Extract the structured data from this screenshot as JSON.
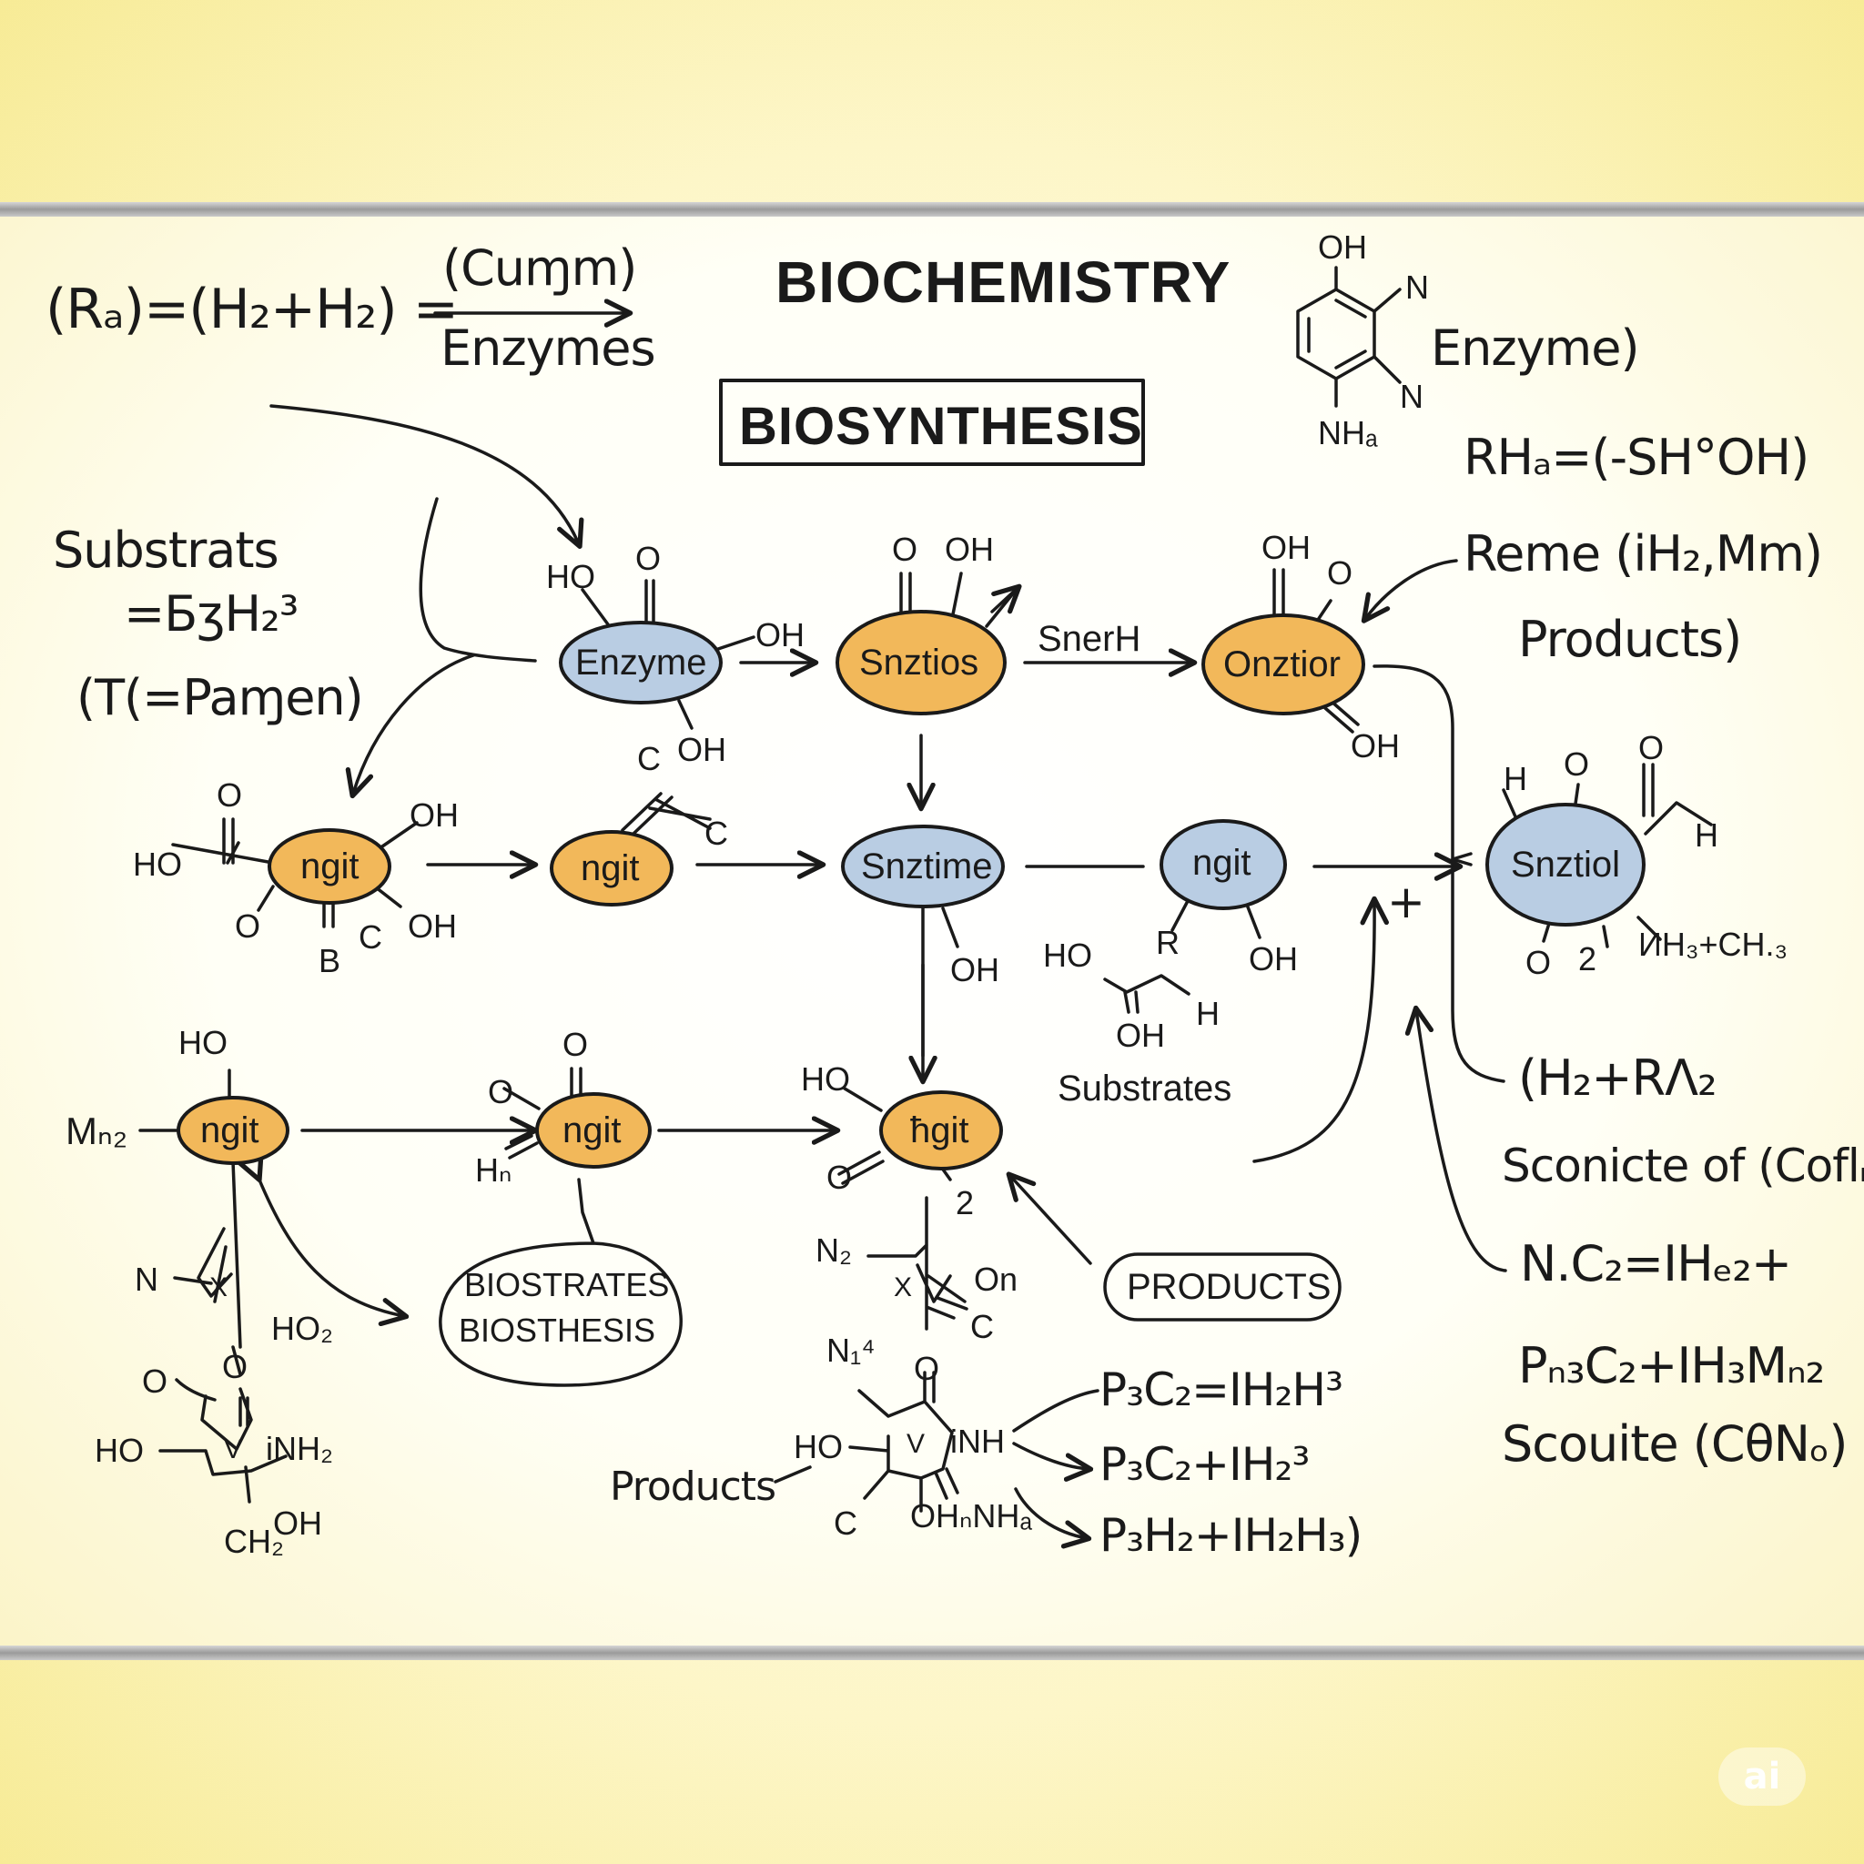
{
  "header": {
    "title": "BIOCHEMISTRY",
    "subtitle": "BIOSYNTHESIS",
    "top_left_equation": "(Rₐ)=(H₂+H₂) =",
    "top_left_over": "(Cuɱm)",
    "top_left_under": "Enzymes"
  },
  "top_right": {
    "oh_label": "OH",
    "n1_label": "N",
    "n2_label": "N",
    "nh_label": "NHₐ",
    "enzyme_label": "Enzyme)",
    "rh_equation": "RHₐ=(-SH°OH)",
    "reme_equation": "Reme (iH₂,Mm)",
    "products_label": "Products)"
  },
  "left_notes": {
    "substrats": "Substrats",
    "eq": "=БʒH₂³",
    "paren": "(T(=Paɱen)"
  },
  "nodes": {
    "enzyme": "Enzyme",
    "sntios": "Snztios",
    "onztior": "Onztior",
    "ngit_left": "ngit",
    "ngit_mid": "ngit",
    "snztime": "Snztime",
    "ngit_blue": "ngit",
    "snztiol": "Snztiol",
    "ngit_b1": "ngit",
    "ngit_b2": "ngit",
    "ngit_b3": "ħgit"
  },
  "edges": {
    "snerh": "SnerH"
  },
  "atoms": {
    "ho": "HO",
    "o": "O",
    "oh": "OH",
    "c": "C",
    "b": "B",
    "h": "H",
    "n": "N",
    "r": "R",
    "x": "X",
    "v": "V",
    "on": "On",
    "two": "2",
    "plus": "+",
    "mn2": "Mₙ₂",
    "ho2": "HO₂",
    "h_sub": "Hₙ",
    "inh2": "iNH₂",
    "inh": "iNH",
    "ch2oh_ch": "CH₂",
    "ch2oh_oh": "OH",
    "n2": "N₂",
    "n4": "N₁⁴",
    "ohnh": "OHₙNHₐ",
    "nh3ch3": "ИH₃+CH.₃"
  },
  "labels": {
    "substrates": "Substrates",
    "biostrates_1": "BIOSTRATES",
    "biostrates_2": "BIOSTHESIS",
    "products_box": "PRODUCTS",
    "products_script": "Products"
  },
  "right_notes": {
    "line1": "(H₂+RΛ₂",
    "line2": "Sconicte of (Coflₘ)",
    "line3": "N.C₂=IHₑ₂+",
    "line4": "Pₙ₃C₂+IH₃Mₙ₂",
    "line5": "Scouite (CθNₒ)"
  },
  "bottom_equations": {
    "eq1": "P₃C₂=IH₂H³",
    "eq2": "P₃C₂+IH₂³",
    "eq3": "P₃H₂+IH₂H₃)"
  },
  "watermark": "ai",
  "colors": {
    "orange_node": "#f2b85a",
    "blue_node": "#b9cde3",
    "ink": "#1a1a1a",
    "board": "#fffff8",
    "frame": "#a9a9a9"
  }
}
